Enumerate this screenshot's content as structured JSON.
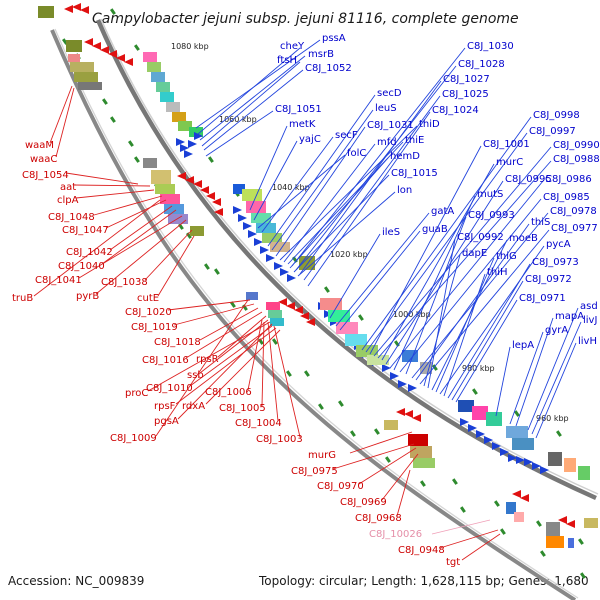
{
  "title": "Campylobacter jejuni subsp. jejuni 81116, complete genome",
  "footer": {
    "accession": "Accession: NC_009839",
    "summary": "Topology: circular; Length: 1,628,115 bp; Genes: 1,680"
  },
  "colors": {
    "forward_gene": "#0000cc",
    "reverse_gene": "#cc0000",
    "pseudo_gene": "#e58fa8",
    "backbone": "#888888",
    "tick": "#2e8b2e"
  },
  "kbp_ticks": [
    "1080 kbp",
    "1060 kbp",
    "1040 kbp",
    "1020 kbp",
    "1000 kbp",
    "980 kbp",
    "960 kbp"
  ],
  "forward_labels": [
    "pssA",
    "cheY",
    "msrB",
    "ftsH",
    "C8J_1052",
    "C8J_1030",
    "C8J_1028",
    "C8J_1027",
    "C8J_1025",
    "C8J_1024",
    "secD",
    "leuS",
    "C8J_1051",
    "metK",
    "yajC",
    "secF",
    "C8J_1031",
    "thiD",
    "mfd",
    "thiE",
    "folC",
    "hemD",
    "C8J_1015",
    "lon",
    "C8J_0998",
    "C8J_0997",
    "C8J_1001",
    "C8J_0990",
    "C8J_0988",
    "murC",
    "C8J_0995",
    "C8J_0986",
    "mutS",
    "C8J_0985",
    "gatA",
    "C8J_0993",
    "C8J_0978",
    "thiS",
    "guaB",
    "ileS",
    "C8J_0977",
    "dapE",
    "C8J_0992",
    "moeB",
    "thiG",
    "pycA",
    "thiH",
    "C8J_0973",
    "C8J_0972",
    "C8J_0971",
    "asd",
    "mapA",
    "livJ",
    "gyrA",
    "lepA",
    "livH"
  ],
  "reverse_labels": [
    "waaM",
    "waaC",
    "C8J_1054",
    "aat",
    "clpA",
    "C8J_1048",
    "C8J_1047",
    "C8J_1042",
    "C8J_1040",
    "C8J_1041",
    "pyrB",
    "C8J_1038",
    "truB",
    "cutE",
    "C8J_1020",
    "C8J_1019",
    "C8J_1018",
    "C8J_1016",
    "rpsR",
    "ssb",
    "proC",
    "C8J_1010",
    "rpsF",
    "rdxA",
    "C8J_1006",
    "C8J_1005",
    "pgsA",
    "C8J_1004",
    "C8J_1009",
    "C8J_1003",
    "murG",
    "C8J_0975",
    "C8J_0970",
    "C8J_0969",
    "C8J_0968",
    "C8J_0948",
    "tgt"
  ],
  "pseudo_labels": [
    "C8J_10026"
  ]
}
